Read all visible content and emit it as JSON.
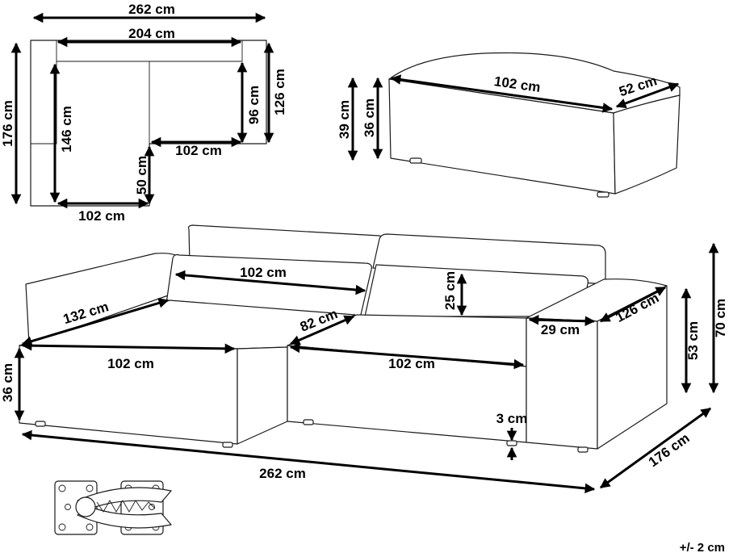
{
  "plan": {
    "overall_width": "262 cm",
    "seat_width": "204 cm",
    "overall_depth": "176 cm",
    "inner_depth_left": "146 cm",
    "right_depth": "126 cm",
    "right_inner_depth": "96 cm",
    "step_width": "102 cm",
    "step_depth": "50 cm",
    "chaise_width": "102 cm"
  },
  "ottoman": {
    "length": "102 cm",
    "depth": "52 cm",
    "height_total": "39 cm",
    "height_body": "36 cm"
  },
  "sofa": {
    "back_cushion_width": "102 cm",
    "back_cushion_height": "25 cm",
    "chaise_depth": "132 cm",
    "seat_depth": "82 cm",
    "seat_left_width": "102 cm",
    "seat_right_width": "102 cm",
    "seat_height": "36 cm",
    "arm_width": "29 cm",
    "arm_depth": "126 cm",
    "arm_height": "53 cm",
    "total_height": "70 cm",
    "leg_height": "3 cm",
    "overall_width": "262 cm",
    "overall_depth": "176 cm"
  },
  "tolerance": "+/- 2 cm",
  "icons": {
    "connector": "connector-clip-icon"
  }
}
